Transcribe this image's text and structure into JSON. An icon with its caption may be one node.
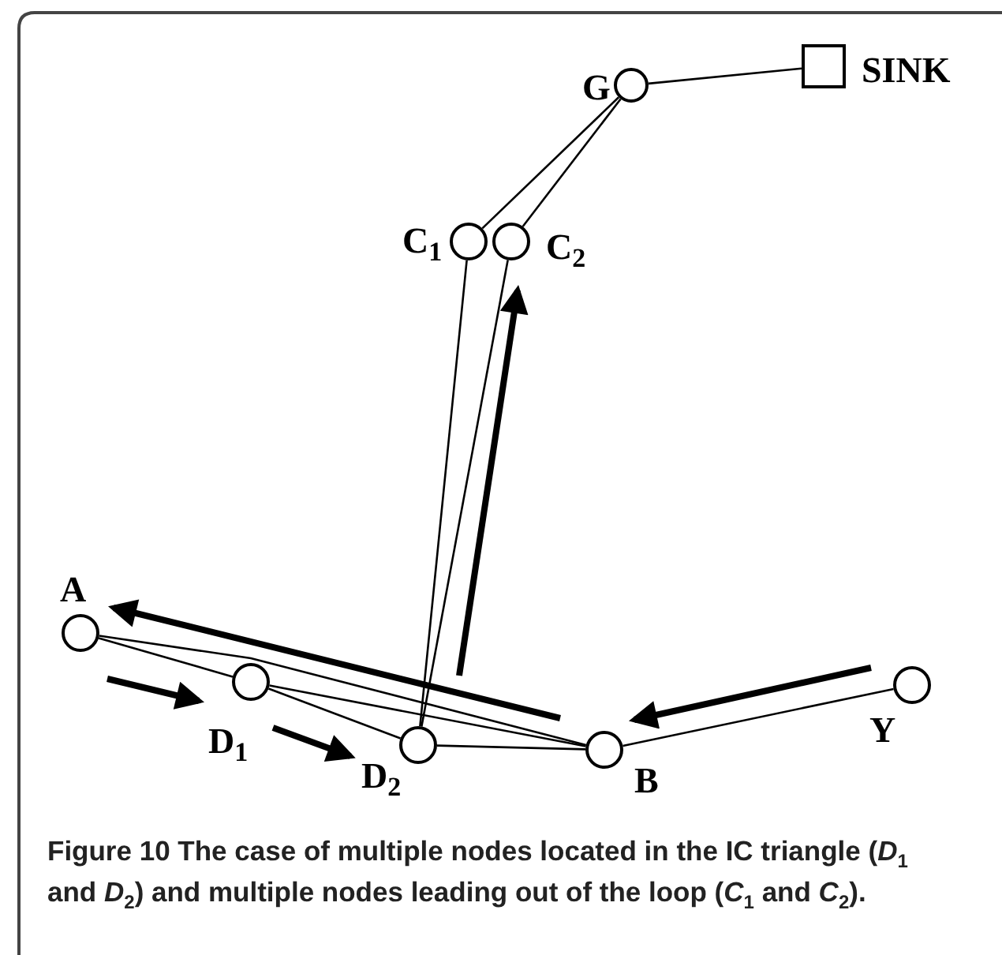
{
  "diagram": {
    "caption": "**Figure 10** The case of multiple nodes located in the IC triangle (*D*$_{1}$ and *D*$_{2}$) and multiple nodes leading out of the loop (*C*$_{1}$ and *C*$_{2}$).",
    "nodes": [
      {
        "text": [],
        "shape": "circle",
        "beside": [
          "G"
        ]
      },
      {
        "text": [],
        "shape": "box",
        "beside": [
          "SINK"
        ]
      },
      {
        "text": [],
        "shape": "circle",
        "beside": [
          "C$_{1}$"
        ]
      },
      {
        "text": [],
        "shape": "circle",
        "beside": [
          "C$_{2}$"
        ]
      },
      {
        "text": [],
        "shape": "circle",
        "beside": [
          "A"
        ]
      },
      {
        "text": [],
        "shape": "circle",
        "beside": [
          "D$_{1}$"
        ]
      },
      {
        "text": [],
        "shape": "circle",
        "beside": [
          "D$_{2}$"
        ]
      },
      {
        "text": [],
        "shape": "circle",
        "beside": [
          "B"
        ]
      },
      {
        "text": [],
        "shape": "circle",
        "beside": [
          "Y"
        ]
      }
    ],
    "edges": [
      {
        "from": 0,
        "to": 1,
        "arrow": "none"
      },
      {
        "from": 0,
        "to": 2,
        "arrow": "none"
      },
      {
        "from": 0,
        "to": 3,
        "arrow": "none"
      },
      {
        "from": 2,
        "to": 6,
        "arrow": "none"
      },
      {
        "from": 3,
        "to": 6,
        "arrow": "none"
      },
      {
        "from": 4,
        "to": 5,
        "arrow": "none"
      },
      {
        "from": 5,
        "to": 6,
        "arrow": "none"
      },
      {
        "from": 4,
        "to": 7,
        "arrow": "none"
      },
      {
        "from": 5,
        "to": 7,
        "arrow": "none"
      },
      {
        "from": 6,
        "to": 7,
        "arrow": "none"
      },
      {
        "from": 7,
        "to": 8,
        "arrow": "none"
      }
    ]
  }
}
